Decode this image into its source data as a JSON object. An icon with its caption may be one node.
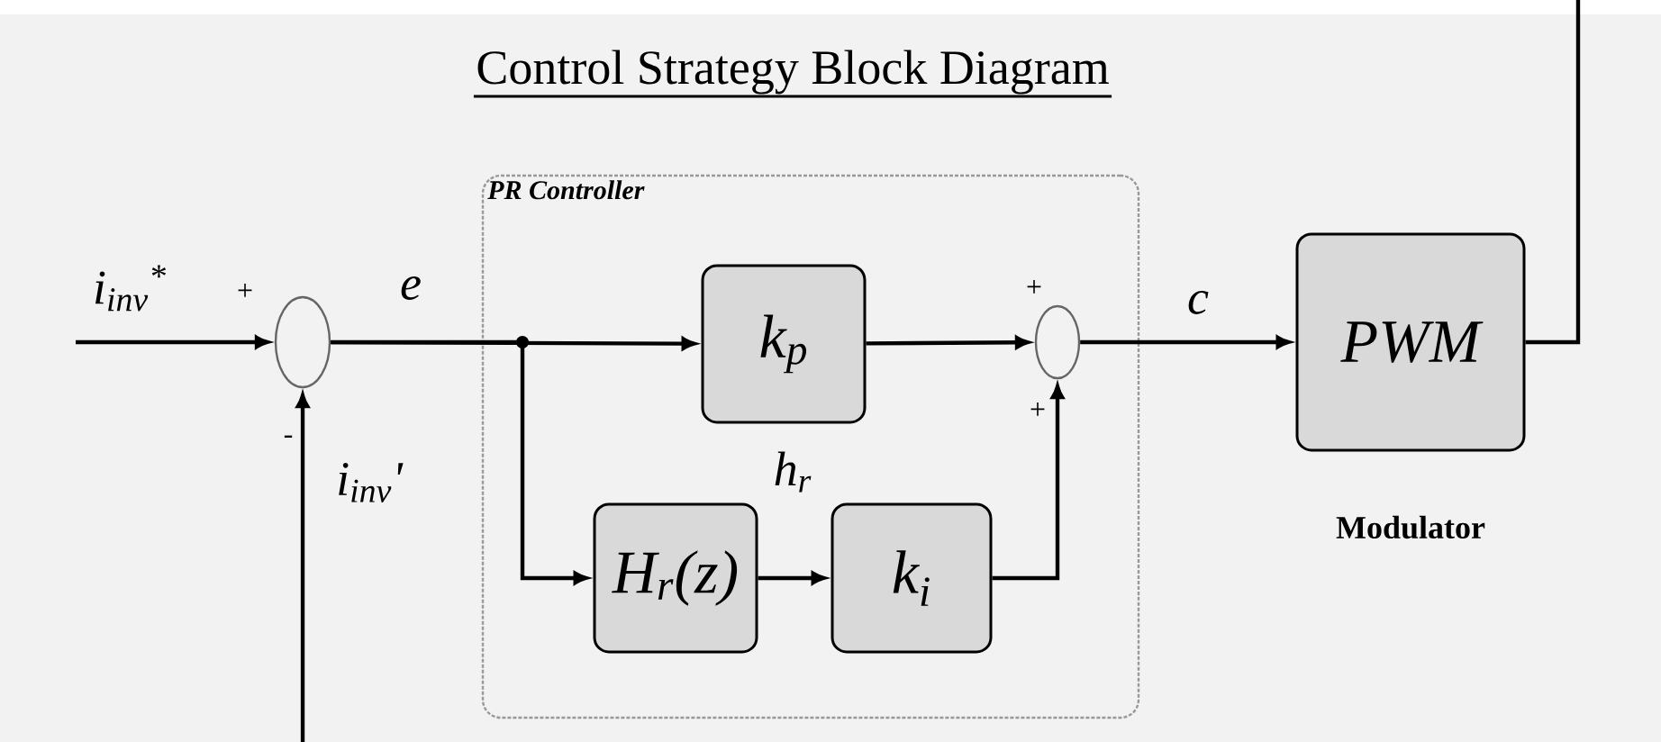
{
  "diagram": {
    "title": "Control Strategy Block Diagram",
    "nodes": [
      {
        "text": [
          "PR Controller"
        ]
      },
      {
        "text": [],
        "shape": "circle"
      },
      {
        "text": [
          "k$_{p}$"
        ],
        "in": 0
      },
      {
        "text": [
          "H$_{r}$(z)"
        ],
        "in": 0
      },
      {
        "text": [
          "k$_{i}$"
        ],
        "in": 0
      },
      {
        "text": [],
        "shape": "circle",
        "in": 0
      },
      {
        "text": [
          "PWM"
        ],
        "beside": [
          "Modulator"
        ]
      }
    ],
    "edges": [
      {
        "from": null,
        "to": 1,
        "arrow": "to",
        "label": "i$_{inv}$$^{*}$"
      },
      {
        "from": null,
        "to": 1,
        "arrow": "to",
        "label": "i$_{inv}$'"
      },
      {
        "from": 1,
        "to": 2,
        "arrow": "to",
        "label": "e"
      },
      {
        "from": 1,
        "to": 3,
        "arrow": "to"
      },
      {
        "from": 2,
        "to": 5,
        "arrow": "to"
      },
      {
        "from": 3,
        "to": 4,
        "arrow": "to",
        "label": "h$_{r}$"
      },
      {
        "from": 4,
        "to": 5,
        "arrow": "to"
      },
      {
        "from": 5,
        "to": 6,
        "arrow": "to",
        "label": "c"
      },
      {
        "from": 6,
        "to": null,
        "arrow": "none"
      }
    ],
    "labels": [
      "+",
      "-",
      "+",
      "+"
    ]
  }
}
